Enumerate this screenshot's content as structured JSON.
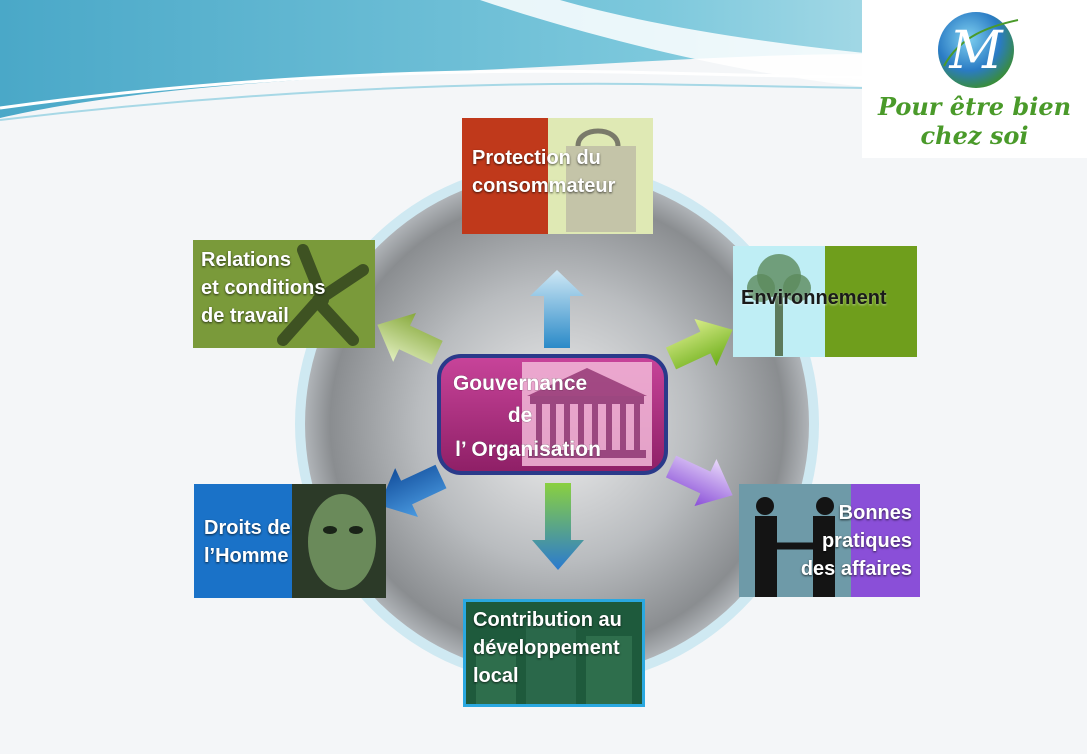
{
  "logo": {
    "letter": "M",
    "tagline": "Pour être bien\nchez soi"
  },
  "center": {
    "label": "Gouvernance\nde\nl’ Organisation"
  },
  "nodes": {
    "protection": {
      "label": "Protection du\nconsommateur"
    },
    "environnement": {
      "label": "Environnement"
    },
    "relations": {
      "label": "Relations\net conditions\nde travail"
    },
    "droits": {
      "label": "Droits de\nl’Homme"
    },
    "bonnes_pratiques": {
      "label": "Bonnes\npratiques\ndes affaires"
    },
    "contribution": {
      "label": "Contribution au\ndéveloppement\nlocal"
    }
  },
  "colors": {
    "protection": "#c0391b",
    "protection_pic": "#dfe9b4",
    "environnement": "#6f9e1c",
    "environnement_pic": "#bfeef5",
    "relations": "#7a9a3a",
    "droits": "#1a72c8",
    "bonnes_pratiques": "#8a4fd8",
    "contribution": "#1e5a3c",
    "center_fill": "#a8307e",
    "center_border": "#2a3a8a"
  }
}
